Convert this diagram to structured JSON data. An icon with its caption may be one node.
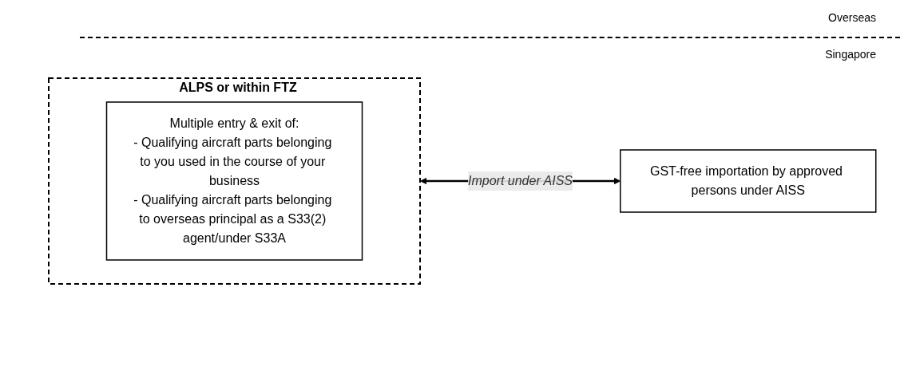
{
  "diagram": {
    "nodes": [
      {
        "text": [
          "ALPS or within FTZ"
        ]
      },
      {
        "text": [
          "Multiple entry & exit of:",
          "- Qualifying aircraft parts belonging to you used in the course of your business",
          "- Qualifying aircraft parts belonging to overseas principal as a S33(2) agent/under S33A"
        ],
        "in": 0
      },
      {
        "text": [
          "GST-free importation by approved persons under AISS"
        ]
      }
    ],
    "edges": [
      {
        "from": 0,
        "to": 2,
        "arrow": "both",
        "label": "Import under AISS"
      }
    ],
    "labels": [
      "Overseas",
      "Singapore"
    ]
  }
}
